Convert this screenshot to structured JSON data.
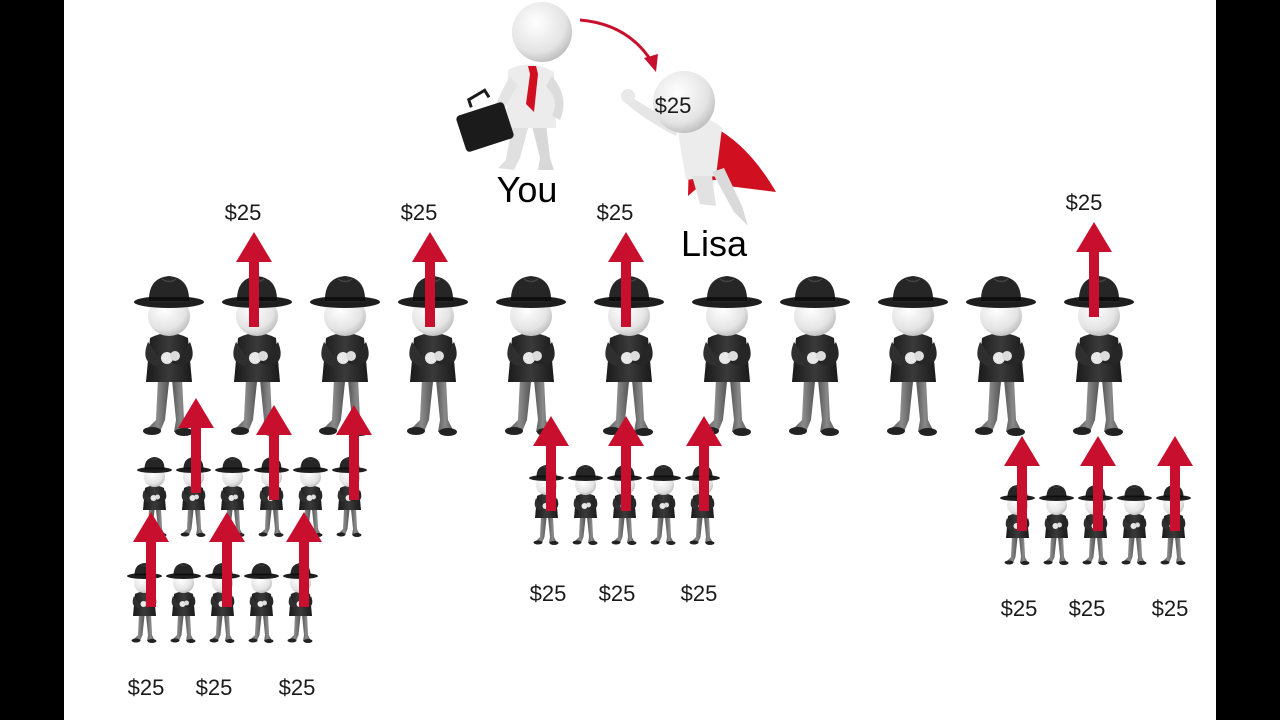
{
  "labels": {
    "you": "You",
    "lisa": "Lisa",
    "amount": "$25"
  },
  "colors": {
    "background": "#ffffff",
    "frame": "#000000",
    "arrow": "#c8102e",
    "hat": "#1e1e1e",
    "suit": "#2b2b2b",
    "pants": "#707070",
    "figure": "#eeeeee",
    "cape": "#d01020",
    "tie": "#d01020"
  },
  "icons": {
    "you_figure": "businessman-with-briefcase-icon",
    "lisa_figure": "superhero-with-cape-icon",
    "recruit_figure": "fedora-agent-icon",
    "payment_arrow": "up-arrow-icon",
    "referral_arrow": "curved-arrow-icon"
  }
}
